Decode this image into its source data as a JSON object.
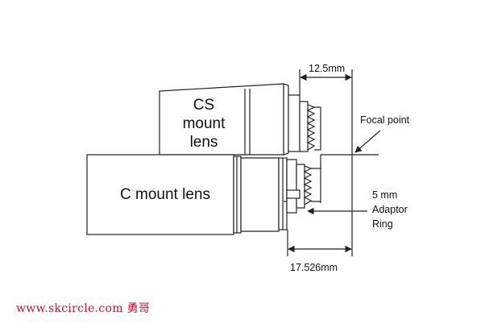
{
  "diagram": {
    "cs_lens_label": [
      "CS",
      "mount",
      "lens"
    ],
    "c_lens_label": "C mount lens",
    "dim_top": "12.5mm",
    "dim_bottom": "17.526mm",
    "focal_label": "Focal point",
    "adaptor_label": [
      "5 mm",
      "Adaptor",
      "Ring"
    ]
  },
  "watermark": "www.skcircle.com 勇哥",
  "colors": {
    "line": "#222222",
    "watermark": "#c0142e"
  }
}
